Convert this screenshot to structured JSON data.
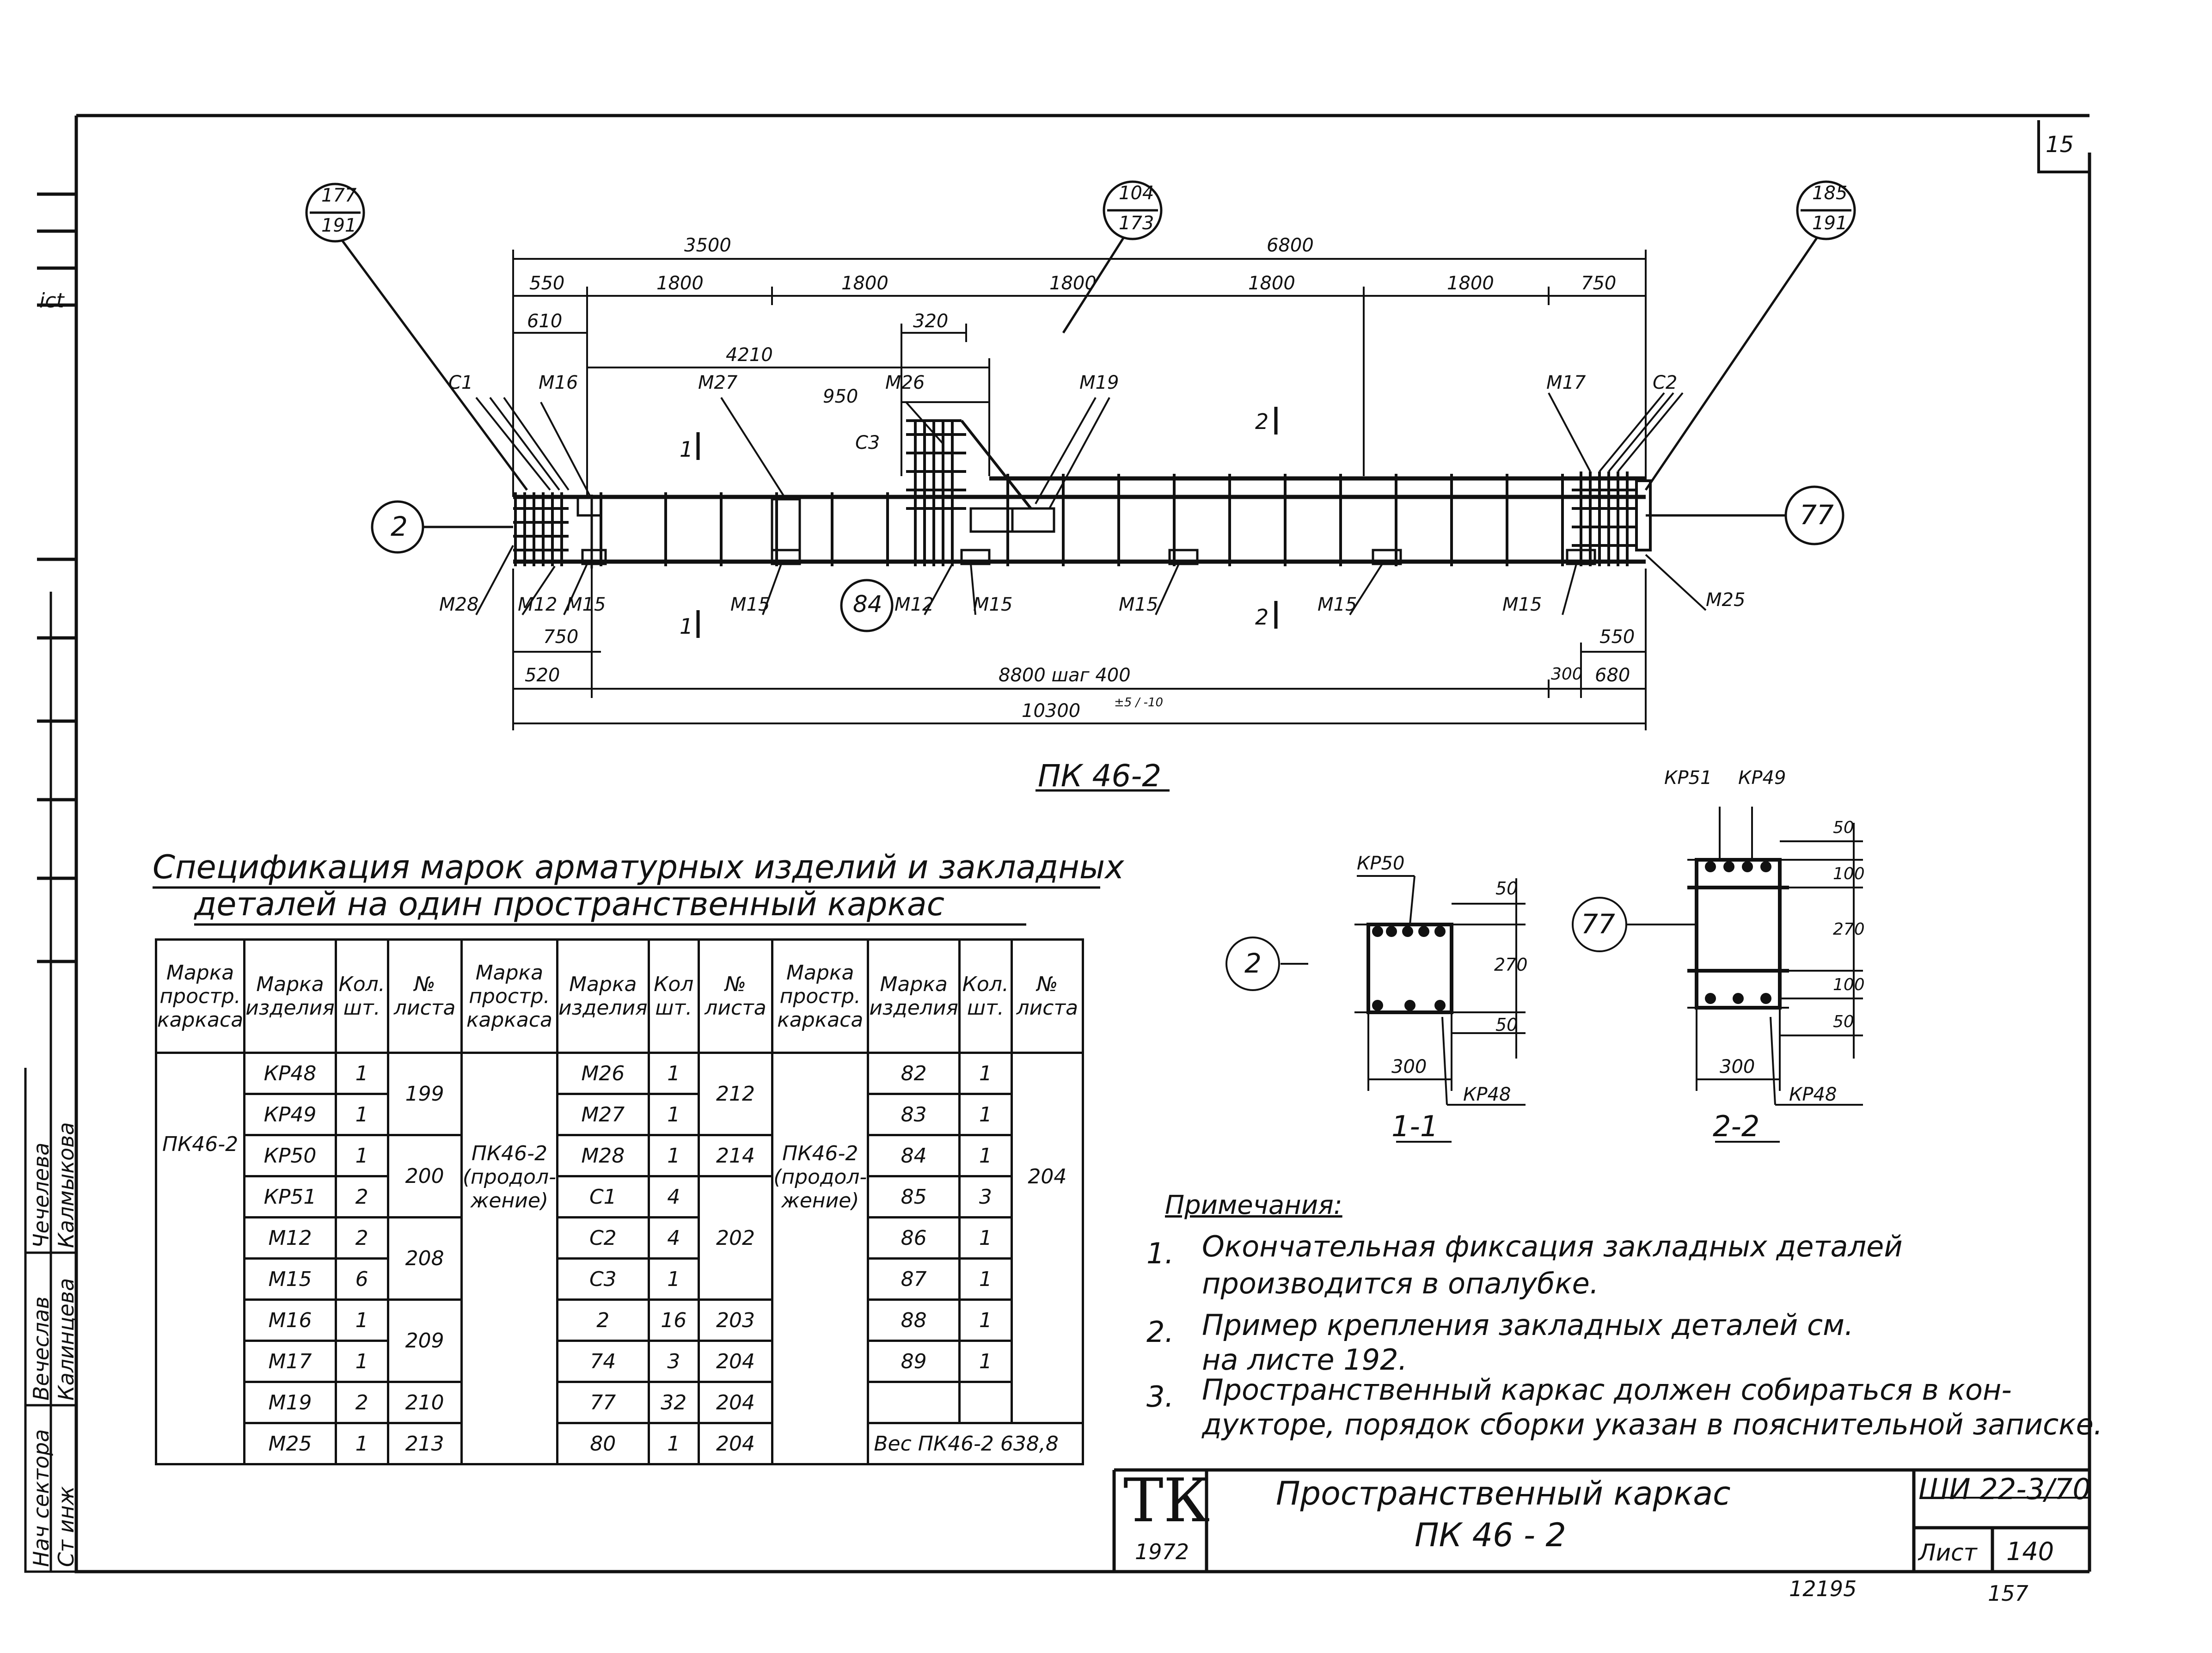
{
  "sheet_corner": "15",
  "left_strip": {
    "ict": "ict",
    "roles": [
      "Нач сектора",
      "Ст инж"
    ],
    "names": [
      "Чечелева",
      "Калмыкова",
      "Вечеслав",
      "Калинцева"
    ]
  },
  "main_view": {
    "callouts_top": [
      {
        "num": "177",
        "den": "191"
      },
      {
        "num": "104",
        "den": "173"
      },
      {
        "num": "185",
        "den": "191"
      }
    ],
    "node_left": "2",
    "node_right": "77",
    "node_mid": "84",
    "dims_top": {
      "row1": [
        "3500",
        "6800"
      ],
      "row2": [
        "550",
        "1800",
        "1800",
        "1800",
        "1800",
        "1800",
        "750"
      ],
      "row3": [
        "610",
        "320"
      ],
      "row4": [
        "4210"
      ],
      "row5": [
        "950"
      ]
    },
    "dims_bottom": {
      "row1": [
        "750",
        "550"
      ],
      "row2": [
        "520",
        "8800 шаг 400",
        "300",
        "680"
      ],
      "row3": "10300",
      "tol": "±5 / -10"
    },
    "labels_top": [
      "C1",
      "M16",
      "M27",
      "M26",
      "C3",
      "M19",
      "M17",
      "C2"
    ],
    "labels_bottom": [
      "M28",
      "M12",
      "M15",
      "M15",
      "M12",
      "M15",
      "M15",
      "M15",
      "M15",
      "M25"
    ],
    "section_marks": [
      "1",
      "1",
      "2",
      "2"
    ],
    "title": "ПК 46-2"
  },
  "spec": {
    "title_line1": "Спецификация марок арматурных изделий и закладных",
    "title_line2": "деталей на один пространственный каркас",
    "headers": [
      "Марка простр. каркаса",
      "Марка изделия",
      "Кол. шт.",
      "№ листа",
      "Марка простр. каркаса",
      "Марка изделия",
      "Кол шт.",
      "№ листа",
      "Марка простр. каркаса",
      "Марка изделия",
      "Кол. шт.",
      "№ листа"
    ],
    "group1_name": "ПК46-2",
    "group2_name": "ПК46-2 (продол- жение)",
    "group3_name": "ПК46-2 (продол- жение)",
    "col1": [
      [
        "КР48",
        "1"
      ],
      [
        "КР49",
        "1"
      ],
      [
        "КР50",
        "1"
      ],
      [
        "КР51",
        "2"
      ],
      [
        "М12",
        "2"
      ],
      [
        "М15",
        "6"
      ],
      [
        "М16",
        "1"
      ],
      [
        "М17",
        "1"
      ],
      [
        "М19",
        "2"
      ],
      [
        "М25",
        "1"
      ]
    ],
    "col1_sheets": [
      "199",
      "200",
      "208",
      "209",
      "210",
      "213"
    ],
    "col2": [
      [
        "М26",
        "1"
      ],
      [
        "М27",
        "1"
      ],
      [
        "М28",
        "1"
      ],
      [
        "С1",
        "4"
      ],
      [
        "С2",
        "4"
      ],
      [
        "С3",
        "1"
      ],
      [
        "2",
        "16"
      ],
      [
        "74",
        "3"
      ],
      [
        "77",
        "32"
      ],
      [
        "80",
        "1"
      ]
    ],
    "col2_sheets": [
      "212",
      "214",
      "202",
      "203",
      "204",
      "204",
      "204"
    ],
    "col3": [
      [
        "82",
        "1"
      ],
      [
        "83",
        "1"
      ],
      [
        "84",
        "1"
      ],
      [
        "85",
        "3"
      ],
      [
        "86",
        "1"
      ],
      [
        "87",
        "1"
      ],
      [
        "88",
        "1"
      ],
      [
        "89",
        "1"
      ]
    ],
    "col3_sheet": "204",
    "weight": "Вес ПК46-2 638,8"
  },
  "sections": {
    "s11": {
      "node": "2",
      "label_top": "КР50",
      "label_bottom": "КР48",
      "dims_v": [
        "50",
        "270",
        "50"
      ],
      "dim_h": "300",
      "title": "1-1"
    },
    "s22": {
      "node": "77",
      "label_top1": "КР51",
      "label_top2": "КР49",
      "label_bottom": "КР48",
      "dims_v": [
        "50",
        "100",
        "270",
        "100",
        "50"
      ],
      "dim_h": "300",
      "title": "2-2"
    }
  },
  "notes": {
    "title": "Примечания:",
    "items": [
      {
        "n": "1.",
        "l1": "Окончательная фиксация закладных деталей",
        "l2": "производится в опалубке."
      },
      {
        "n": "2.",
        "l1": "Пример крепления закладных деталей см.",
        "l2": "на листе 192."
      },
      {
        "n": "3.",
        "l1": "Пространственный каркас должен собираться в кон-",
        "l2": "дукторе, порядок сборки указан в пояснительной записке."
      }
    ]
  },
  "title_block": {
    "logo": "ТК",
    "year": "1972",
    "title_line1": "Пространственный каркас",
    "title_line2": "ПК 46 - 2",
    "code": "ШИ 22-3/70",
    "sheet_label": "Лист",
    "sheet_no": "140"
  },
  "footer": {
    "left": "12195",
    "right": "157"
  }
}
